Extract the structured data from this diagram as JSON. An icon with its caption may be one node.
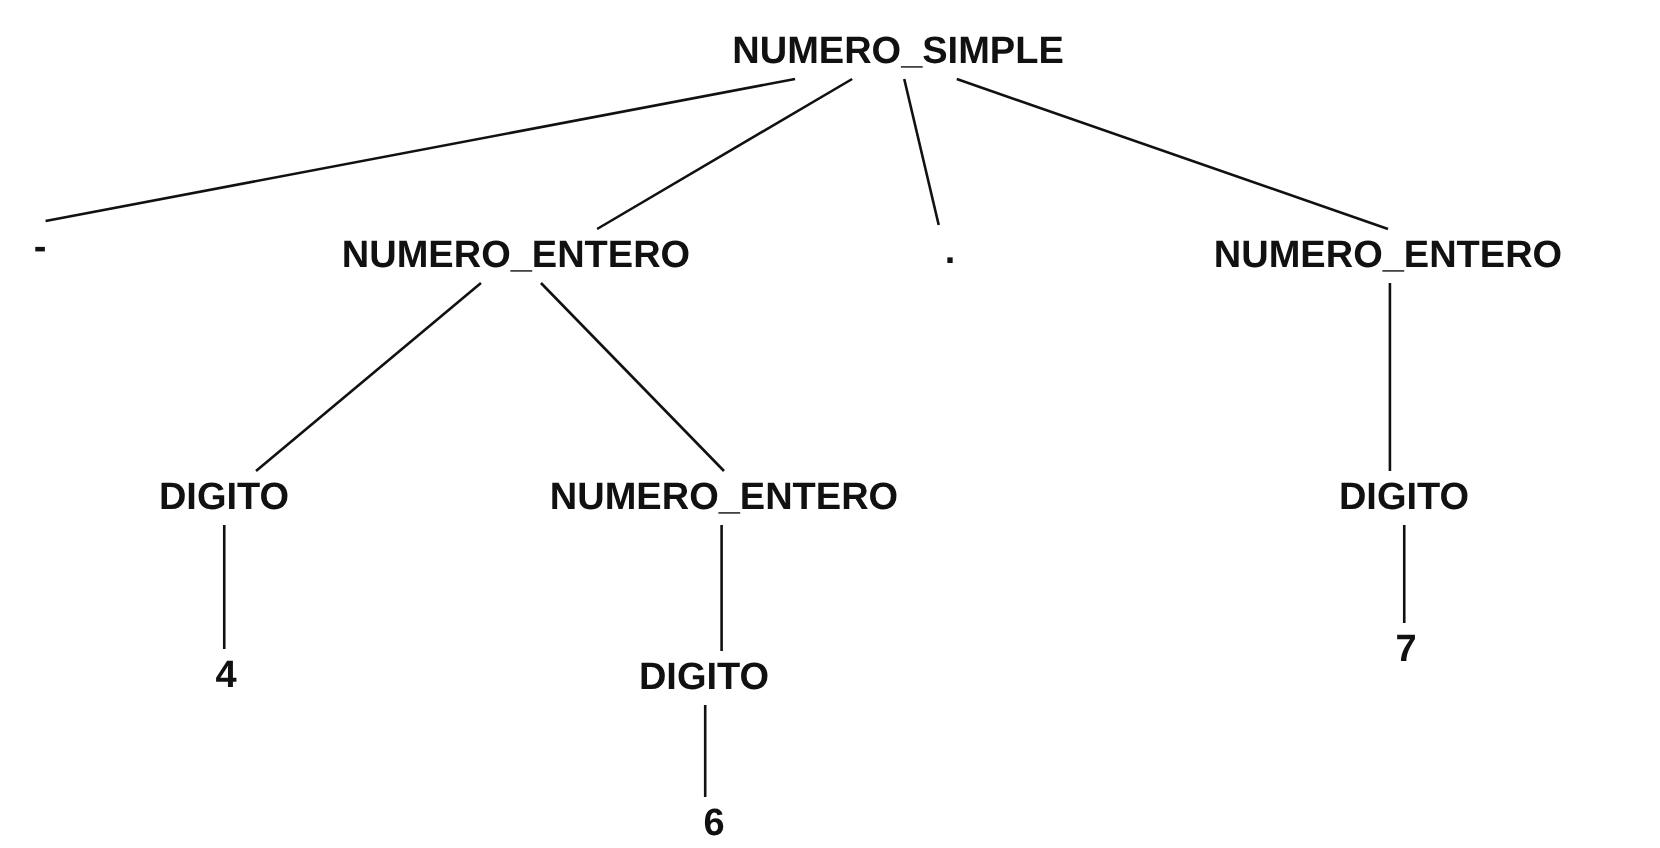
{
  "diagram": {
    "nodes": [
      {
        "text": [
          "NUMERO_SIMPLE"
        ]
      },
      {
        "text": [
          "-"
        ]
      },
      {
        "text": [
          "NUMERO_ENTERO"
        ]
      },
      {
        "text": [
          "."
        ]
      },
      {
        "text": [
          "NUMERO_ENTERO"
        ]
      },
      {
        "text": [
          "DIGITO"
        ]
      },
      {
        "text": [
          "NUMERO_ENTERO"
        ]
      },
      {
        "text": [
          "DIGITO"
        ]
      },
      {
        "text": [
          "4"
        ]
      },
      {
        "text": [
          "DIGITO"
        ]
      },
      {
        "text": [
          "7"
        ]
      },
      {
        "text": [
          "6"
        ]
      }
    ],
    "edges": [
      {
        "from": 0,
        "to": 1,
        "arrow": "none"
      },
      {
        "from": 0,
        "to": 2,
        "arrow": "none"
      },
      {
        "from": 0,
        "to": 3,
        "arrow": "none"
      },
      {
        "from": 0,
        "to": 4,
        "arrow": "none"
      },
      {
        "from": 2,
        "to": 5,
        "arrow": "none"
      },
      {
        "from": 2,
        "to": 6,
        "arrow": "none"
      },
      {
        "from": 4,
        "to": 7,
        "arrow": "none"
      },
      {
        "from": 5,
        "to": 8,
        "arrow": "none"
      },
      {
        "from": 6,
        "to": 9,
        "arrow": "none"
      },
      {
        "from": 7,
        "to": 10,
        "arrow": "none"
      },
      {
        "from": 9,
        "to": 11,
        "arrow": "none"
      }
    ]
  }
}
